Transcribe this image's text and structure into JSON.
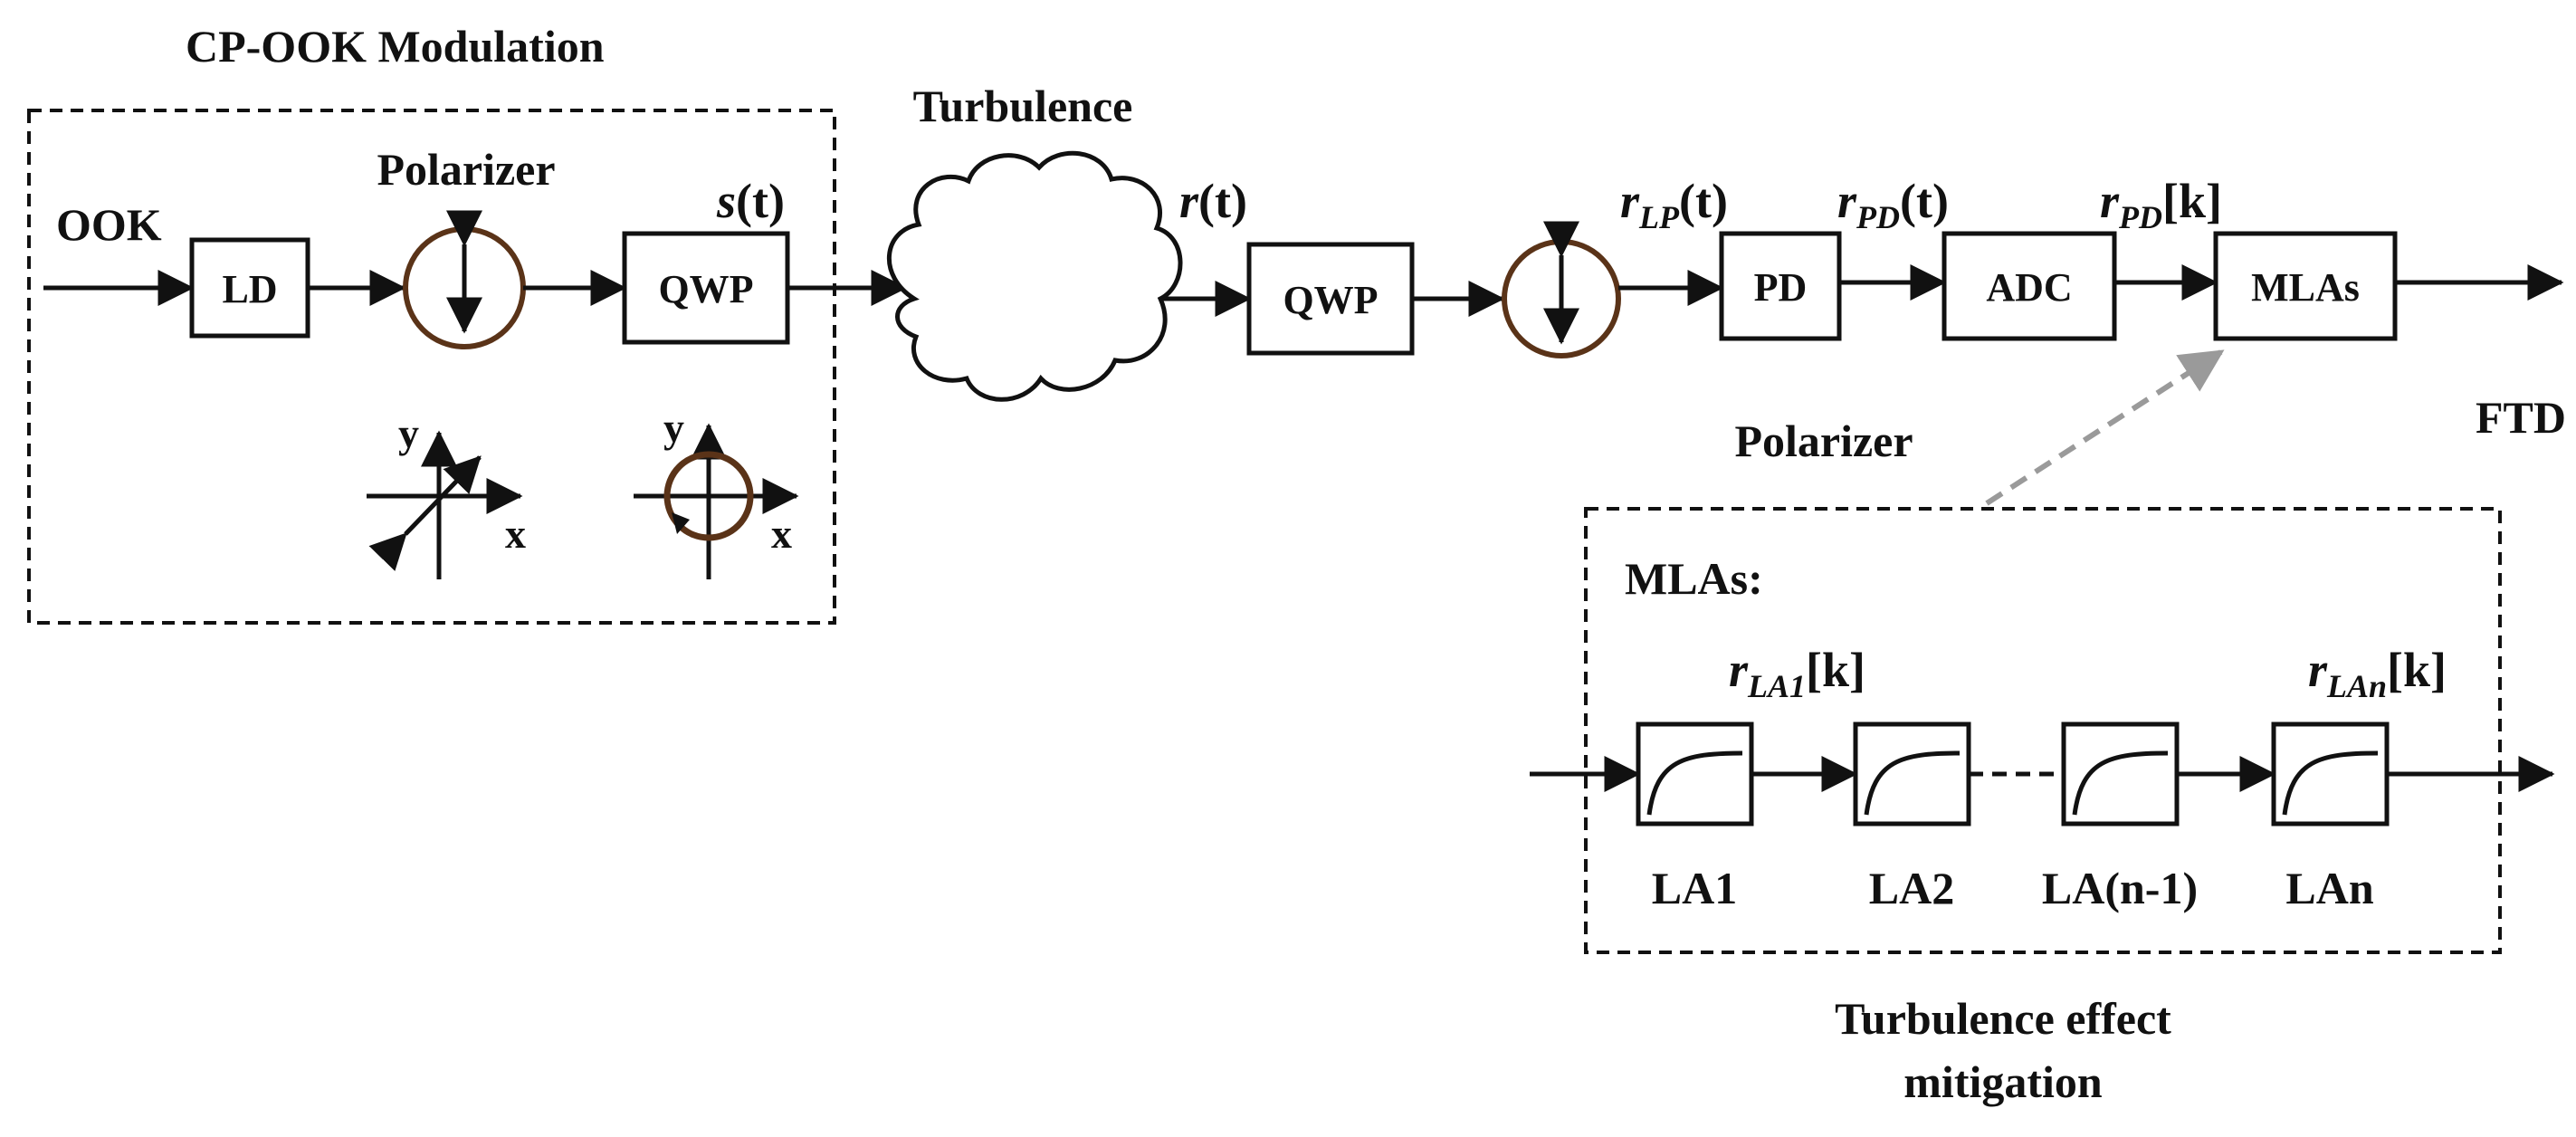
{
  "labels": {
    "modulation_title": "CP-OOK Modulation",
    "input": "OOK",
    "polarizer_tx": "Polarizer",
    "turbulence": "Turbulence",
    "polarizer_rx": "Polarizer",
    "output": "FTD",
    "mitigation_line1": "Turbulence effect",
    "mitigation_line2": "mitigation",
    "mlas_title": "MLAs:"
  },
  "blocks": {
    "ld": "LD",
    "qwp_tx": "QWP",
    "qwp_rx": "QWP",
    "pd": "PD",
    "adc": "ADC",
    "mlas": "MLAs"
  },
  "signals": {
    "s": {
      "sym": "s",
      "arg": "(t)"
    },
    "r": {
      "sym": "r",
      "arg": "(t)"
    },
    "r_lp": {
      "sym": "r",
      "sub": "LP",
      "arg": "(t)"
    },
    "r_pd_t": {
      "sym": "r",
      "sub": "PD",
      "arg": "(t)"
    },
    "r_pd_k": {
      "sym": "r",
      "sub": "PD",
      "arg": "[k]"
    },
    "r_la1": {
      "sym": "r",
      "sub": "LA1",
      "arg": "[k]"
    },
    "r_lan": {
      "sym": "r",
      "sub": "LAn",
      "arg": "[k]"
    }
  },
  "axes": {
    "x": "x",
    "y": "y"
  },
  "limiters": [
    "LA1",
    "LA2",
    "LA(n-1)",
    "LAn"
  ],
  "colors": {
    "line": "#111111",
    "polarizer_ring": "#5a3318",
    "dashed_link": "#9a9a9a"
  },
  "icons": [
    "linear-polarizer-icon",
    "circular-polarization-icon",
    "cloud-icon",
    "limiter-curve-icon"
  ]
}
